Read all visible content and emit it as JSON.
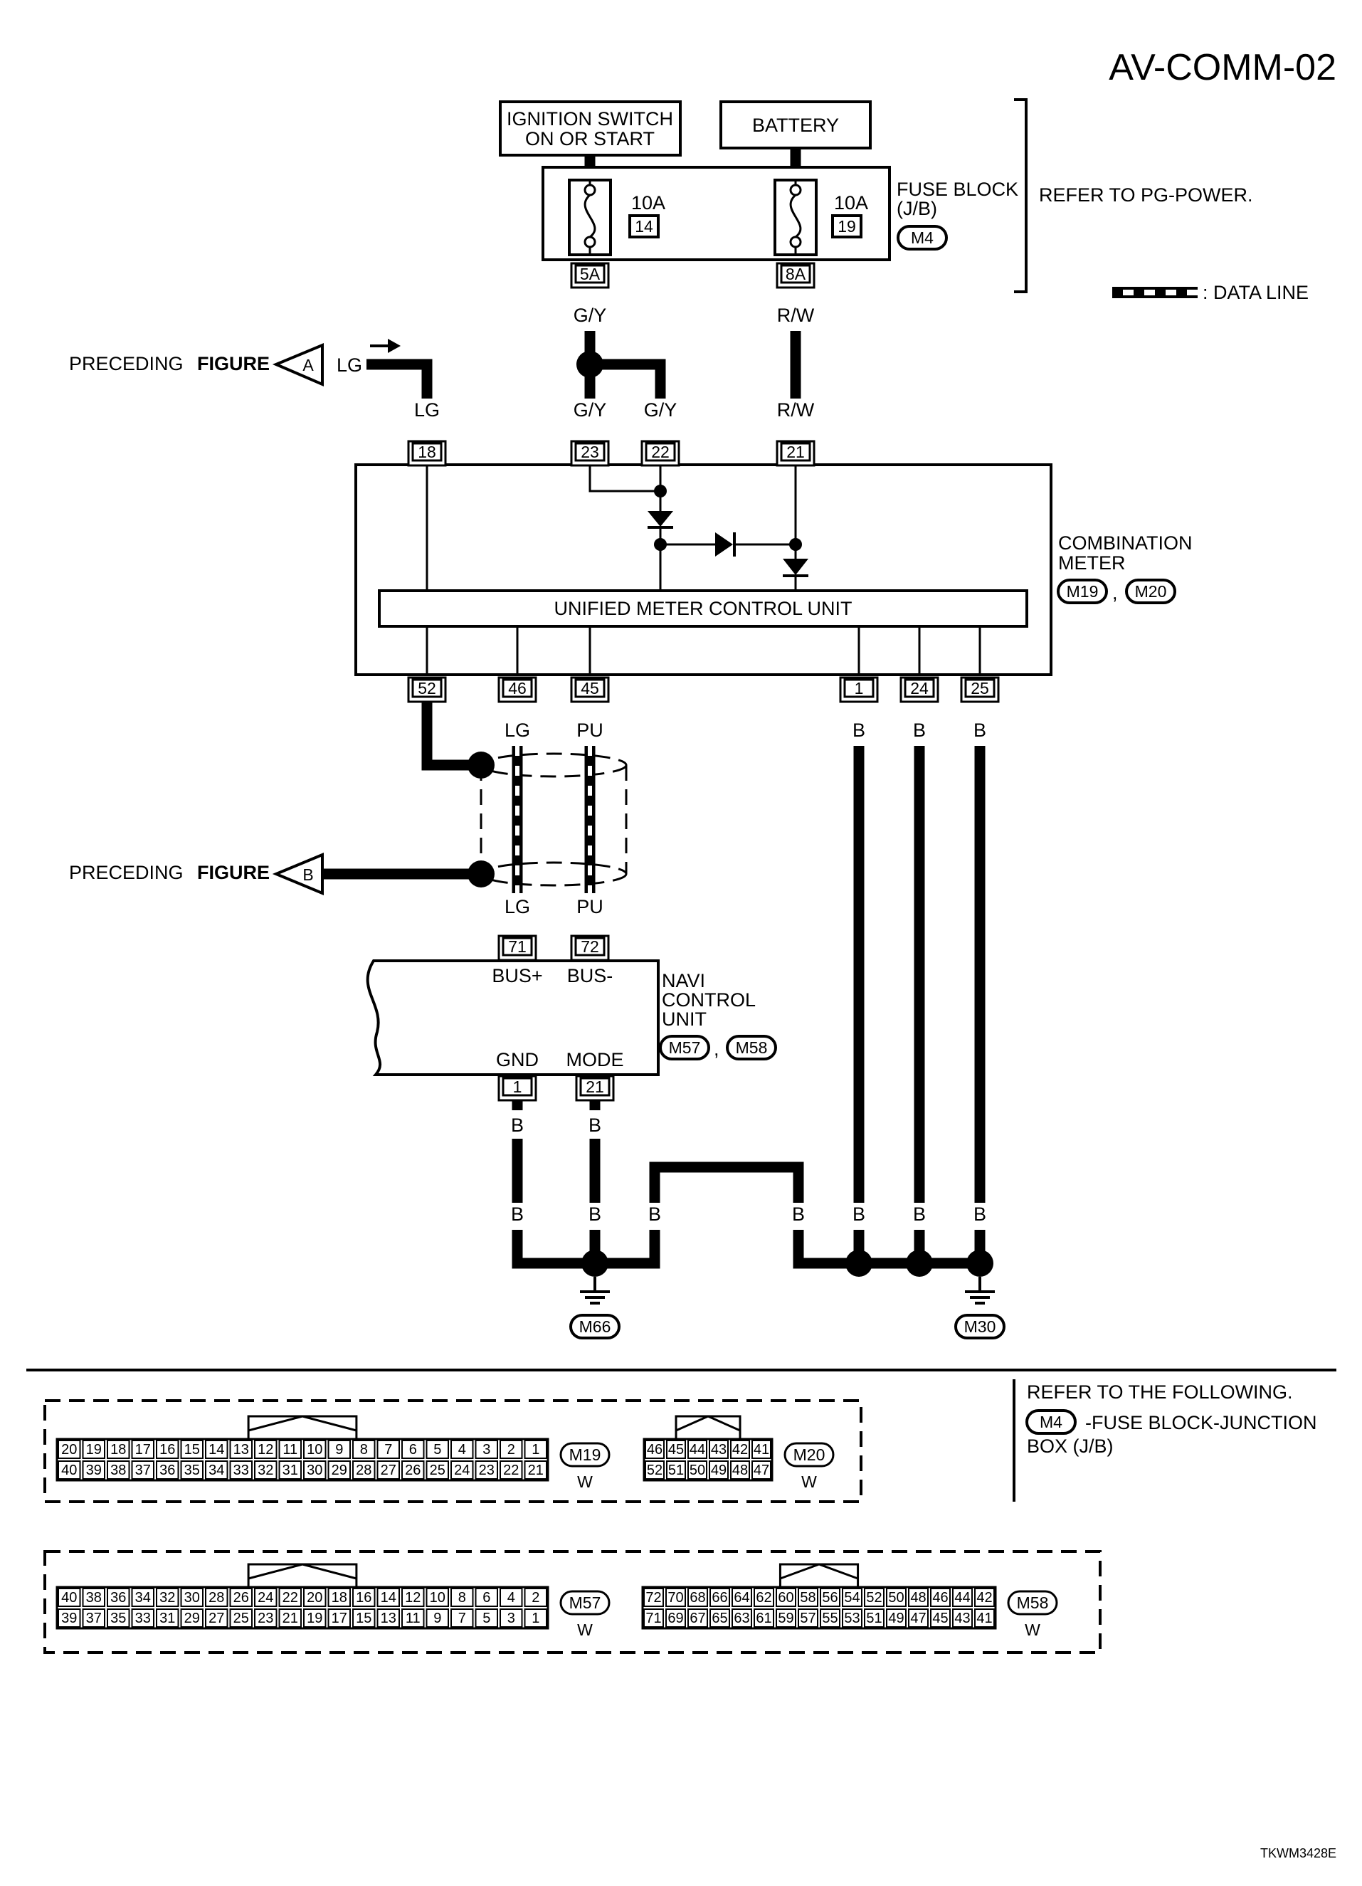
{
  "title": "AV-COMM-02",
  "figure_code": "TKWM3428E",
  "power": {
    "ignition_label": [
      "IGNITION SWITCH",
      "ON OR START"
    ],
    "battery_label": "BATTERY",
    "fuse_left": {
      "amp": "10A",
      "num": "14",
      "terminal": "5A"
    },
    "fuse_right": {
      "amp": "10A",
      "num": "19",
      "terminal": "8A"
    },
    "fuse_block": {
      "lines": [
        "FUSE BLOCK",
        "(J/B)"
      ],
      "connector": "M4"
    },
    "refer_power": "REFER TO PG-POWER.",
    "data_line_legend": ": DATA LINE"
  },
  "preceding": {
    "text": "PRECEDING",
    "figure": "FIGURE",
    "a": "A",
    "b": "B",
    "a_wire": "LG"
  },
  "wire_colors": {
    "gy": "G/Y",
    "rw": "R/W",
    "lg": "LG",
    "pu": "PU",
    "b": "B"
  },
  "meter": {
    "name_lines": [
      "COMBINATION",
      "METER"
    ],
    "connectors": [
      "M19",
      "M20"
    ],
    "sep": ",",
    "control_unit": "UNIFIED METER CONTROL UNIT",
    "top_pins": [
      "18",
      "23",
      "22",
      "21"
    ],
    "bottom_pins": [
      "52",
      "46",
      "45",
      "1",
      "24",
      "25"
    ]
  },
  "navi": {
    "name_lines": [
      "NAVI",
      "CONTROL",
      "UNIT"
    ],
    "connectors": [
      "M57",
      "M58"
    ],
    "sep": ",",
    "pins": {
      "bus_plus": "71",
      "bus_minus": "72",
      "gnd": "1",
      "mode": "21"
    },
    "labels": {
      "bus_plus": "BUS+",
      "bus_minus": "BUS-",
      "gnd": "GND",
      "mode": "MODE"
    }
  },
  "grounds": [
    "M66",
    "M30"
  ],
  "refer_following": {
    "heading": "REFER TO THE FOLLOWING.",
    "connector": "M4",
    "text": "-FUSE BLOCK-JUNCTION",
    "text2": "BOX (J/B)"
  },
  "connector_views": [
    {
      "id": "M19",
      "color": "W",
      "rows": [
        [
          "20",
          "19",
          "18",
          "17",
          "16",
          "15",
          "14",
          "13",
          "12",
          "11",
          "10",
          "9",
          "8",
          "7",
          "6",
          "5",
          "4",
          "3",
          "2",
          "1"
        ],
        [
          "40",
          "39",
          "38",
          "37",
          "36",
          "35",
          "34",
          "33",
          "32",
          "31",
          "30",
          "29",
          "28",
          "27",
          "26",
          "25",
          "24",
          "23",
          "22",
          "21"
        ]
      ]
    },
    {
      "id": "M20",
      "color": "W",
      "rows": [
        [
          "46",
          "45",
          "44",
          "43",
          "42",
          "41"
        ],
        [
          "52",
          "51",
          "50",
          "49",
          "48",
          "47"
        ]
      ]
    },
    {
      "id": "M57",
      "color": "W",
      "rows": [
        [
          "40",
          "38",
          "36",
          "34",
          "32",
          "30",
          "28",
          "26",
          "24",
          "22",
          "20",
          "18",
          "16",
          "14",
          "12",
          "10",
          "8",
          "6",
          "4",
          "2"
        ],
        [
          "39",
          "37",
          "35",
          "33",
          "31",
          "29",
          "27",
          "25",
          "23",
          "21",
          "19",
          "17",
          "15",
          "13",
          "11",
          "9",
          "7",
          "5",
          "3",
          "1"
        ]
      ]
    },
    {
      "id": "M58",
      "color": "W",
      "rows": [
        [
          "72",
          "70",
          "68",
          "66",
          "64",
          "62",
          "60",
          "58",
          "56",
          "54",
          "52",
          "50",
          "48",
          "46",
          "44",
          "42"
        ],
        [
          "71",
          "69",
          "67",
          "65",
          "63",
          "61",
          "59",
          "57",
          "55",
          "53",
          "51",
          "49",
          "47",
          "45",
          "43",
          "41"
        ]
      ]
    }
  ]
}
